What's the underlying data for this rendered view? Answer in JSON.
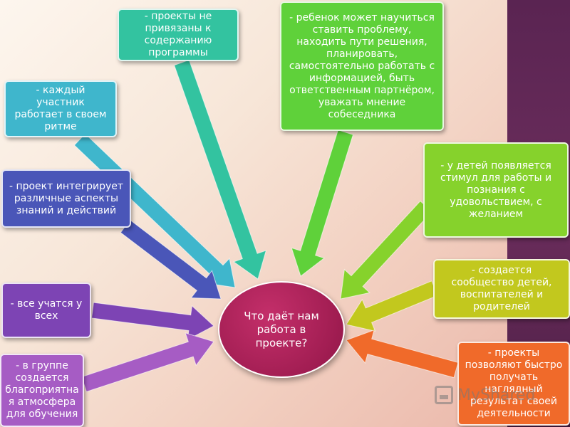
{
  "center": {
    "text": "Что даёт нам работа в проекте?",
    "color": "#a11d52"
  },
  "boxes": [
    {
      "id": "program",
      "text": "- проекты не привязаны к содержанию программы",
      "color": "#33c3a0"
    },
    {
      "id": "child",
      "text": "- ребенок может научиться ставить проблему, находить пути решения, планировать, самостоятельно работать с информацией, быть ответственным партнёром, уважать мнение собеседника",
      "color": "#5fd13a"
    },
    {
      "id": "rhythm",
      "text": "- каждый участник работает в своем ритме",
      "color": "#3fb6cc"
    },
    {
      "id": "integrates",
      "text": "- проект интегрирует различные аспекты знаний и действий",
      "color": "#4a56b8"
    },
    {
      "id": "stimulus",
      "text": "- у детей появляется стимул для работы и познания с удовольствием, с желанием",
      "color": "#86d22c"
    },
    {
      "id": "community",
      "text": "- создается сообщество детей, воспитателей и родителей",
      "color": "#c2c81e"
    },
    {
      "id": "learn",
      "text": "- все учатся у всех",
      "color": "#7d44b4"
    },
    {
      "id": "atmosphere",
      "text": "- в группе создается благоприятна я атмосфера для обучения",
      "color": "#a65cc4"
    },
    {
      "id": "results",
      "text": "- проекты позволяют быстро получать наглядный результат своей деятельности",
      "color": "#f06a2a"
    }
  ],
  "watermark": {
    "text": "MyShared",
    "icon": "myshared-logo-icon"
  }
}
